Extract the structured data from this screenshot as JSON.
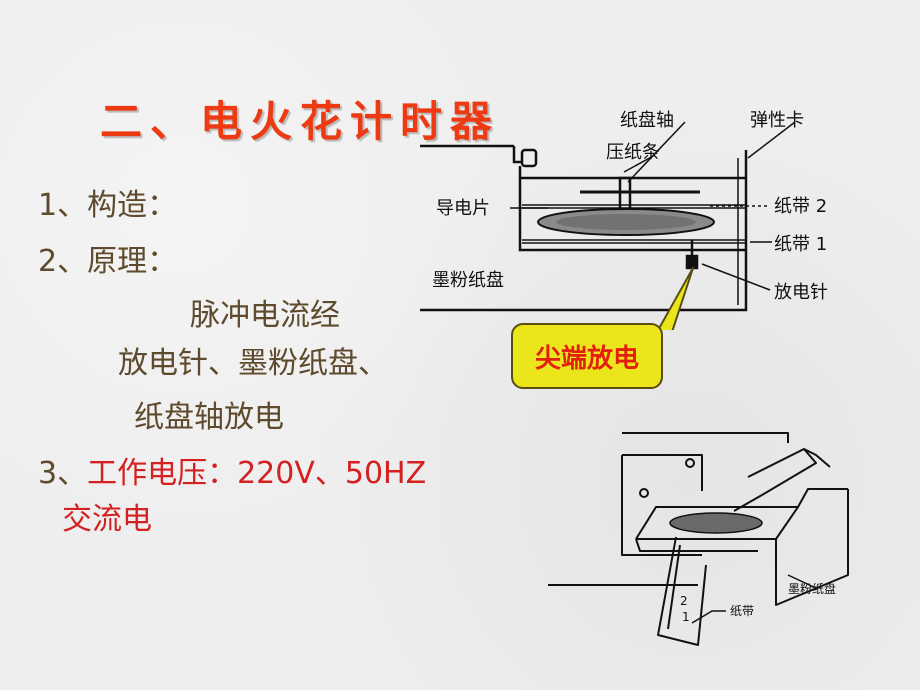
{
  "slide": {
    "title": "二、电火花计时器",
    "items": [
      "1、构造：",
      "2、原理："
    ],
    "principle_lines": [
      "脉冲电流经",
      "放电针、墨粉纸盘、",
      "纸盘轴放电"
    ],
    "voltage": {
      "number": "3、",
      "line1": "工作电压：220V、50HZ",
      "line2": "交流电"
    }
  },
  "diagram_top": {
    "labels": {
      "axle": "纸盘轴",
      "clip": "弹性卡",
      "press": "压纸条",
      "conductor": "导电片",
      "tape2": "纸带 2",
      "tape1": "纸带 1",
      "toner": "墨粉纸盘",
      "needle": "放电针"
    },
    "callout": "尖端放电"
  },
  "diagram_bottom": {
    "labels": {
      "toner": "墨粉纸盘",
      "tape": "纸带",
      "num1": "1",
      "num2": "2"
    }
  }
}
